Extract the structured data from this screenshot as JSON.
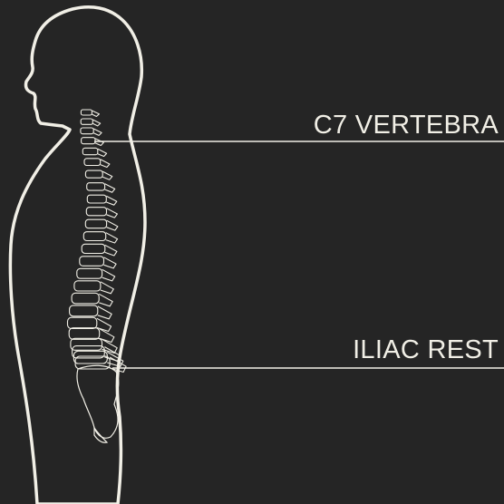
{
  "background_color": "#252525",
  "line_color": "#f1efe6",
  "labels": {
    "c7": "C7 VERTEBRA",
    "iliac": "ILIAC REST"
  },
  "spine": {
    "vertebra_count": 24
  }
}
